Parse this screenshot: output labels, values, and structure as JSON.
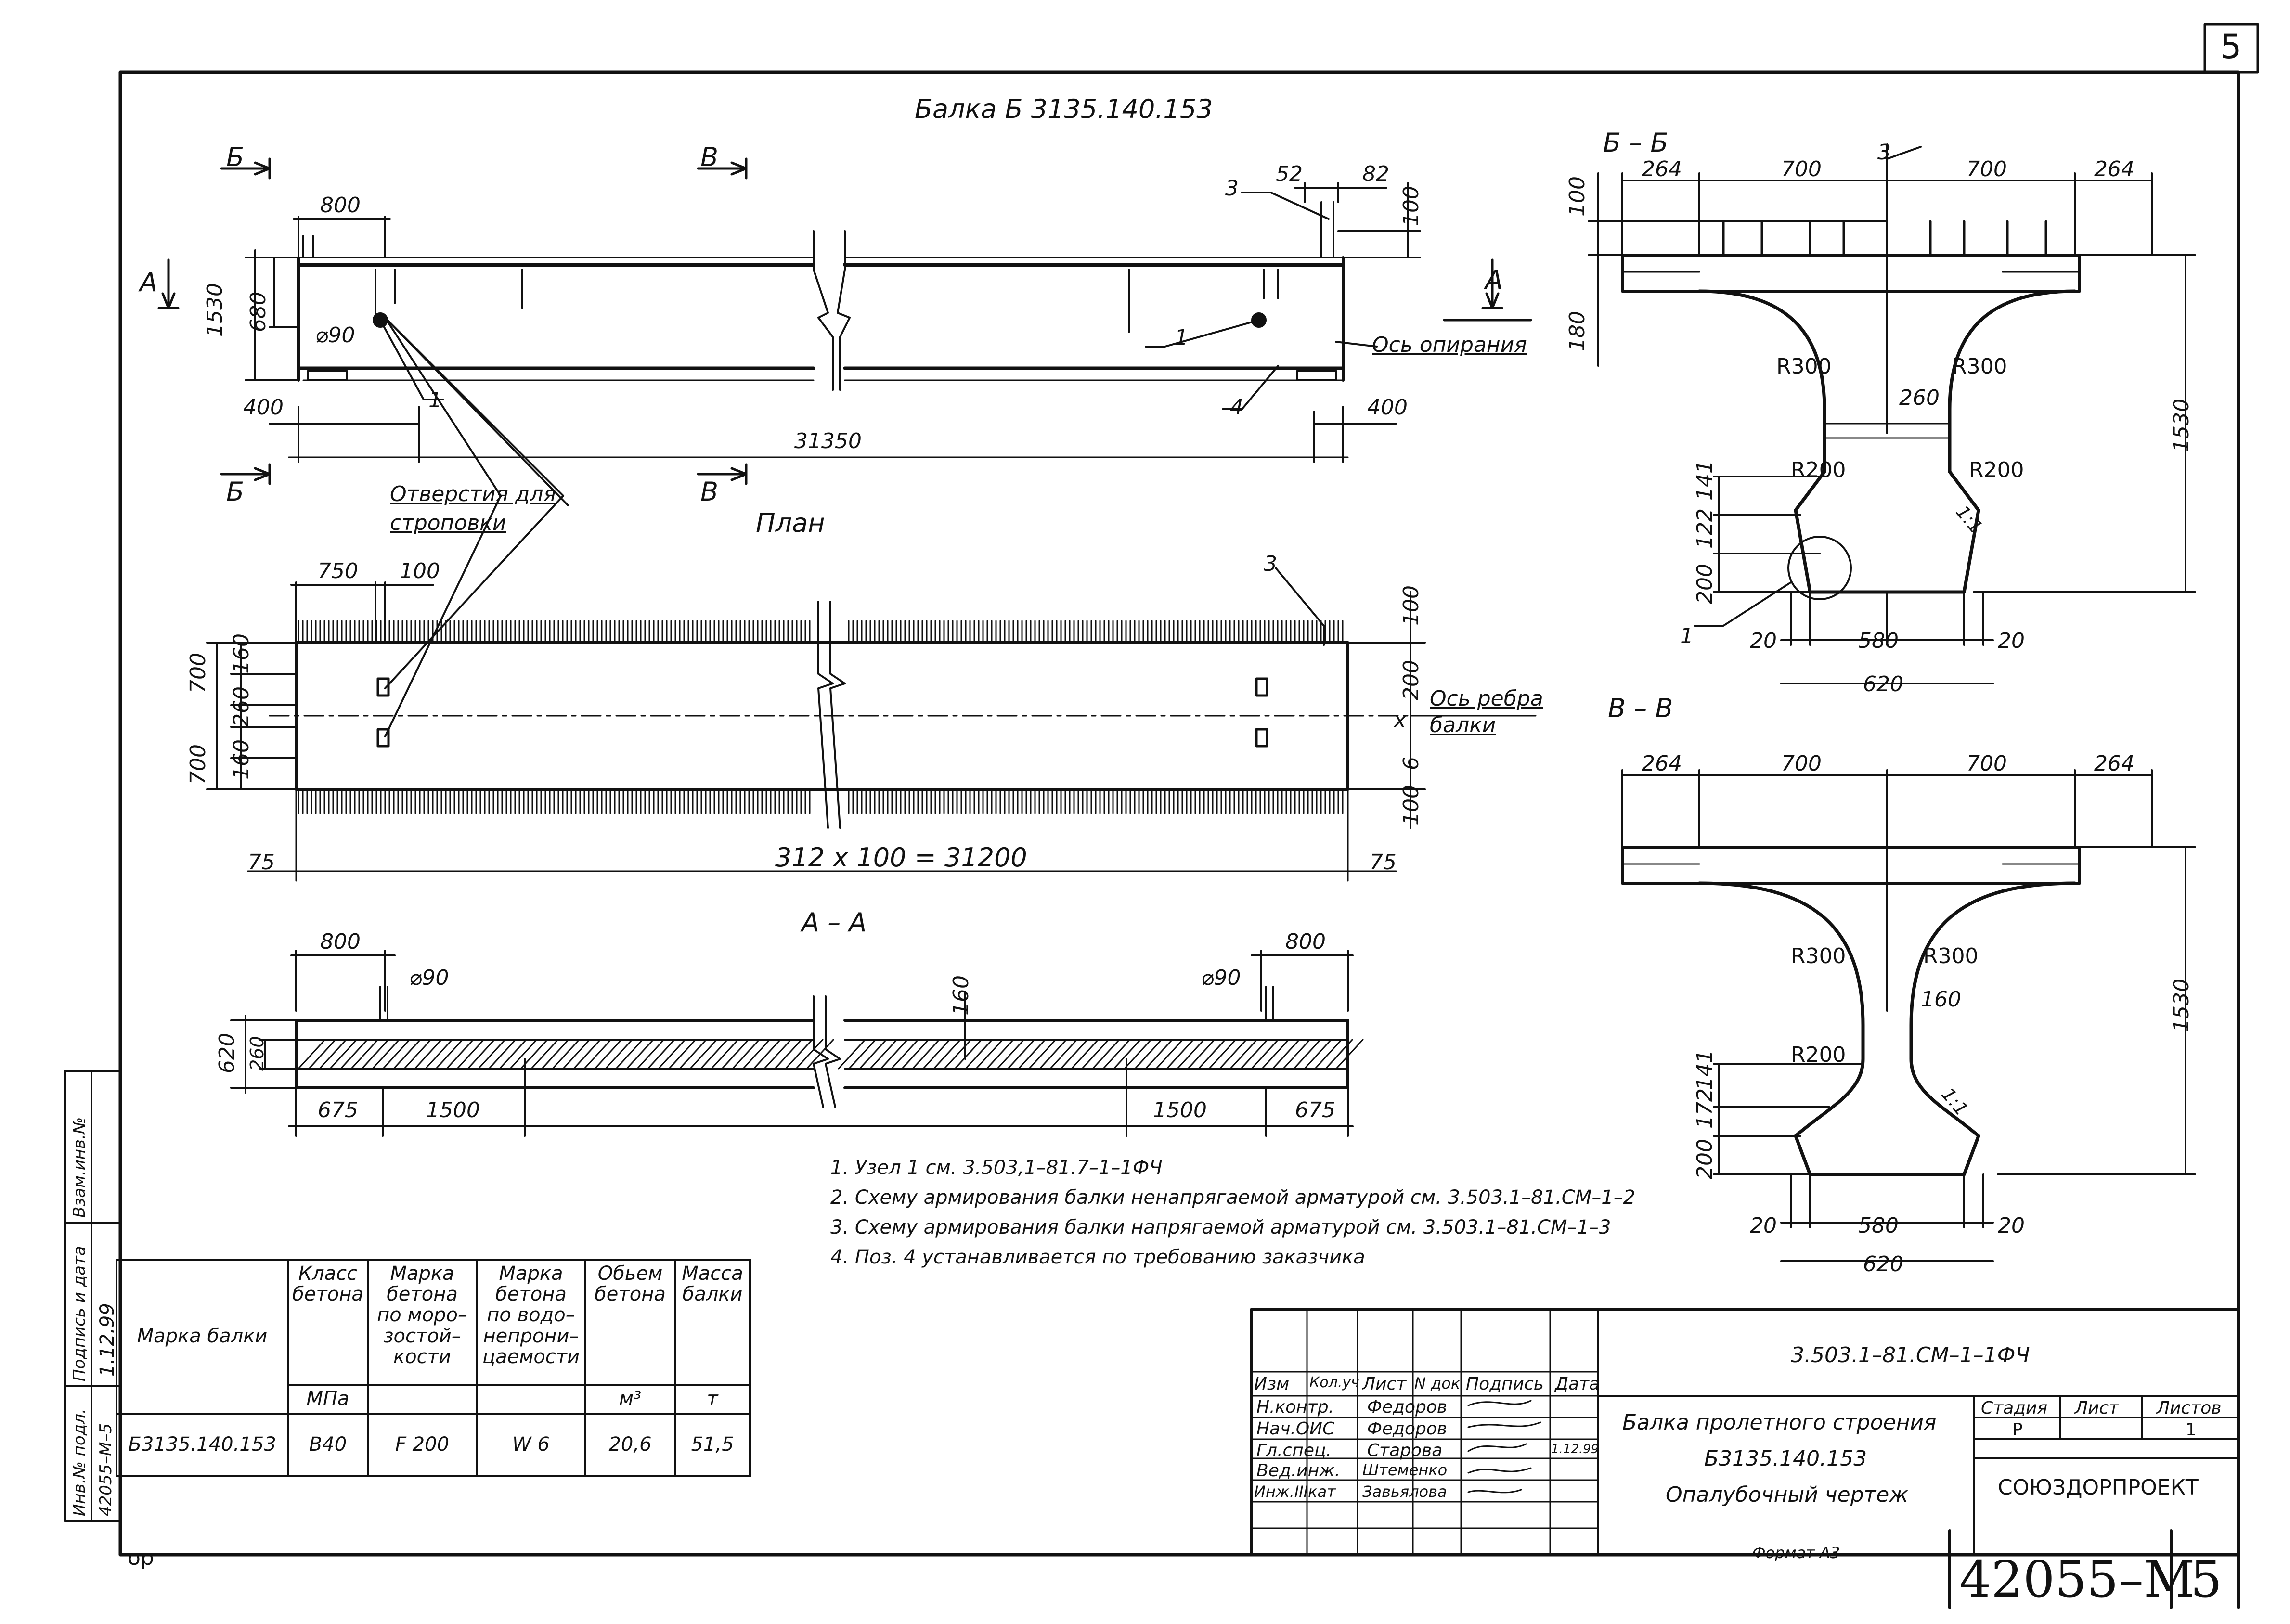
{
  "sheet_corner_number": "5",
  "main_title": "Балка Б 3135.140.153",
  "plan_title": "План",
  "section_aa_title": "А – А",
  "section_bb_title": "Б – Б",
  "section_vv_title": "В – В",
  "cut_letters": {
    "b": "Б",
    "v": "В",
    "a": "А"
  },
  "elevation": {
    "dims": {
      "d800": "800",
      "d680": "680",
      "d1530": "1530",
      "d90": "⌀90",
      "d400_left": "400",
      "d400_right": "400",
      "d31350": "31350",
      "d52": "52",
      "d82": "82",
      "d100": "100"
    },
    "callouts": {
      "c1a": "1",
      "c1b": "1",
      "c3": "3",
      "c4": "4"
    },
    "support_axis": "Ось опирания",
    "lifting_holes": [
      "Отверстия для",
      "строповки"
    ]
  },
  "plan": {
    "dims": {
      "d750": "750",
      "d100": "100",
      "d700_top": "700",
      "d700_bot": "700",
      "d160_top": "160",
      "d260": "260",
      "d160_bot": "160",
      "d100_r_top": "100",
      "d200": "200",
      "dx": "x",
      "d6": "6",
      "d100_r_bot": "100",
      "d75_left": "75",
      "d75_right": "75",
      "d_total": "312 x 100 = 31200"
    },
    "callout3": "3",
    "rib_axis": [
      "Ось ребра",
      "балки"
    ]
  },
  "section_aa": {
    "dims": {
      "d800_l": "800",
      "d800_r": "800",
      "d90_l": "⌀90",
      "d90_r": "⌀90",
      "d620": "620",
      "d260": "260",
      "d160": "160",
      "d675_l": "675",
      "d1500_l": "1500",
      "d1500_r": "1500",
      "d675_r": "675"
    }
  },
  "section_bb": {
    "dims": {
      "d264_l": "264",
      "d700_l": "700",
      "d700_r": "700",
      "d264_r": "264",
      "d100": "100",
      "d180": "180",
      "d1530": "1530",
      "r300_l": "R300",
      "r300_r": "R300",
      "d260": "260",
      "r200_l": "R200",
      "r200_r": "R200",
      "slope": "1:1",
      "d141": "141",
      "d122": "122",
      "d200": "200",
      "d20_l": "20",
      "d580": "580",
      "d20_r": "20",
      "d620": "620"
    },
    "callout1": "1",
    "callout3": "3"
  },
  "section_vv": {
    "dims": {
      "d264_l": "264",
      "d700_l": "700",
      "d700_r": "700",
      "d264_r": "264",
      "r300_l": "R300",
      "r300_r": "R300",
      "d160": "160",
      "d1530": "1530",
      "r200": "R200",
      "slope": "1:1",
      "d141": "141",
      "d172": "172",
      "d200": "200",
      "d20_l": "20",
      "d580": "580",
      "d20_r": "20",
      "d620": "620"
    }
  },
  "notes": [
    "1.  Узел 1 см. 3.503,1–81.7–1–1ФЧ",
    "2.  Схему армирования балки ненапрягаемой арматурой см. 3.503.1–81.СМ–1–2",
    "3.  Схему армирования балки напрягаемой арматурой см. 3.503.1–81.СМ–1–3",
    "4.  Поз. 4 устанавливается по требованию заказчика"
  ],
  "spec_table": {
    "headers": [
      "Марка балки",
      "Класс бетона",
      "Марка бетона по моро– зостой– кости",
      "Марка бетона по водо– непрони– цаемости",
      "Обьем бетона",
      "Масса балки"
    ],
    "units": [
      "",
      "МПа",
      "",
      "",
      "м³",
      "т"
    ],
    "row": [
      "Б3135.140.153",
      "В40",
      "F 200",
      "W 6",
      "20,6",
      "51,5"
    ]
  },
  "side_legend": {
    "inv_zam": "Взам.инв.№",
    "sign_date": "Подпись и дата",
    "inv_orig": "Инв.№ подл.",
    "inv_number": "42055–М–5",
    "handwritten": "1.12.99"
  },
  "title_block": {
    "doc_code": "3.503.1–81.СМ–1–1ФЧ",
    "col_headers": [
      "Изм",
      "Кол.уч",
      "Лист",
      "N док",
      "Подпись",
      "Дата"
    ],
    "roles": [
      "Н.контр.",
      "Нач.ОИС",
      "Гл.спец.",
      "Вед.инж.",
      "Инж.IIIкат"
    ],
    "names": [
      "Федоров",
      "Федоров",
      "Старова",
      "Штеменко",
      "Завьялова"
    ],
    "date": "1.12.99",
    "description": [
      "Балка пролетного строения",
      "Б3135.140.153",
      "Опалубочный чертеж"
    ],
    "stage_headers": [
      "Стадия",
      "Лист",
      "Листов"
    ],
    "stage_values": [
      "Р",
      "",
      "1"
    ],
    "org": "СОЮЗДОРПРОЕКТ"
  },
  "bottom_left_mark": "ор",
  "format_label": "Формат А3",
  "bottom_doc_number": "42055–М",
  "bottom_sheet_number": "5"
}
